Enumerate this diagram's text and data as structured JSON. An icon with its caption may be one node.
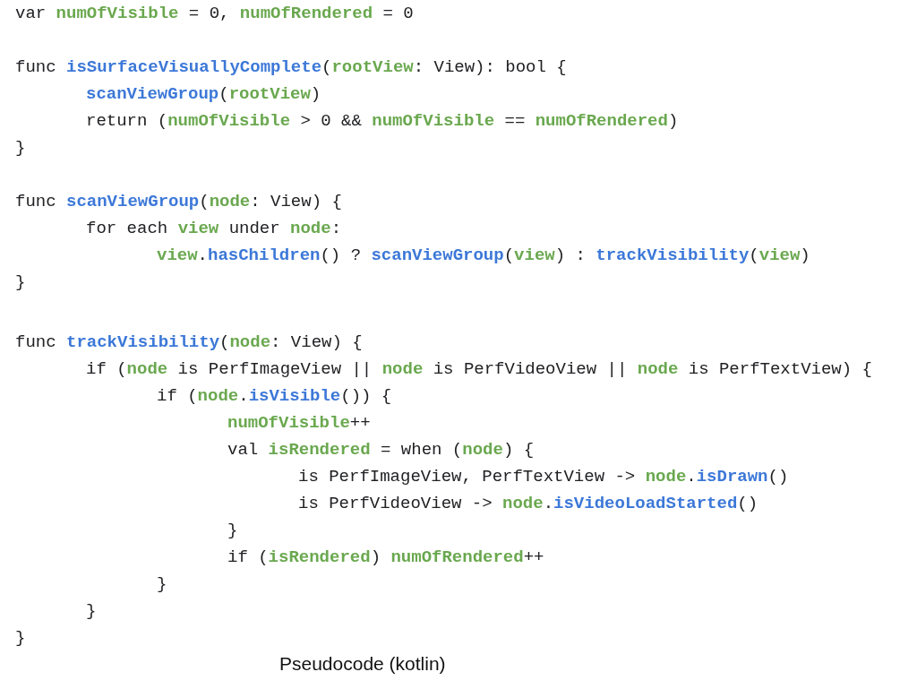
{
  "diagram": {
    "caption": "Pseudocode (kotlin)",
    "labels": [
      "var **numOfVisible** = 0, **numOfRendered** = 0",
      "func **isSurfaceVisuallyComplete**(**rootView**: View): bool {",
      "**scanViewGroup**(**rootView**)",
      "return (**numOfVisible** > 0 && **numOfVisible** == **numOfRendered**)",
      "}",
      "func **scanViewGroup**(**node**: View) {",
      "for each **view** under **node**:",
      "**view**.**hasChildren**() ? **scanViewGroup**(**view**) : **trackVisibility**(**view**)",
      "}",
      "func **trackVisibility**(**node**: View) {",
      "if (**node** is PerfImageView || **node** is PerfVideoView || **node** is PerfTextView) {",
      "if (**node**.**isVisible**()) {",
      "**numOfVisible**++",
      "val **isRendered** = when (**node**) {",
      "is PerfImageView, PerfTextView -> **node**.**isDrawn**()",
      "is PerfVideoView -> **node**.**isVideoLoadStarted**()",
      "}",
      "if (**isRendered**) **numOfRendered**++",
      "}",
      "}",
      "}"
    ]
  }
}
